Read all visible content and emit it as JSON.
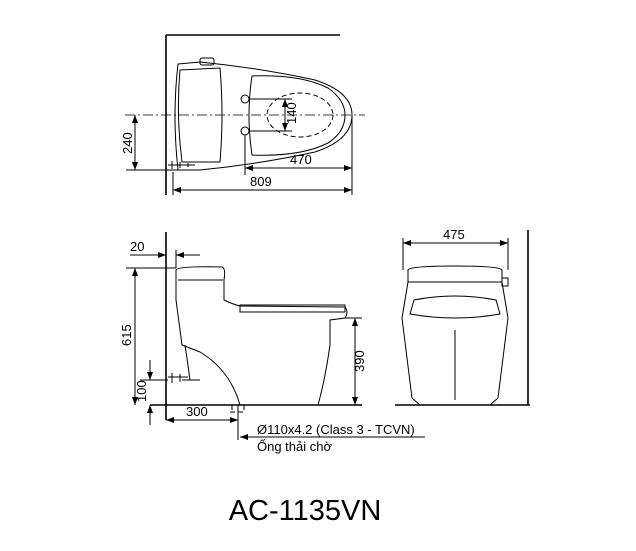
{
  "model": "AC-1135VN",
  "top_view": {
    "dim_width_bolts": "140",
    "dim_offset": "240",
    "dim_seat": "470",
    "dim_length": "809"
  },
  "side_view": {
    "dim_wall_gap": "20",
    "dim_height": "615",
    "dim_inlet_height": "100",
    "dim_seat_height": "390",
    "dim_outlet_distance": "300"
  },
  "front_view": {
    "dim_width": "475"
  },
  "outlet_note": {
    "spec": "Ø110x4.2 (Class 3 - TCVN)",
    "label": "Ống thải chờ"
  }
}
